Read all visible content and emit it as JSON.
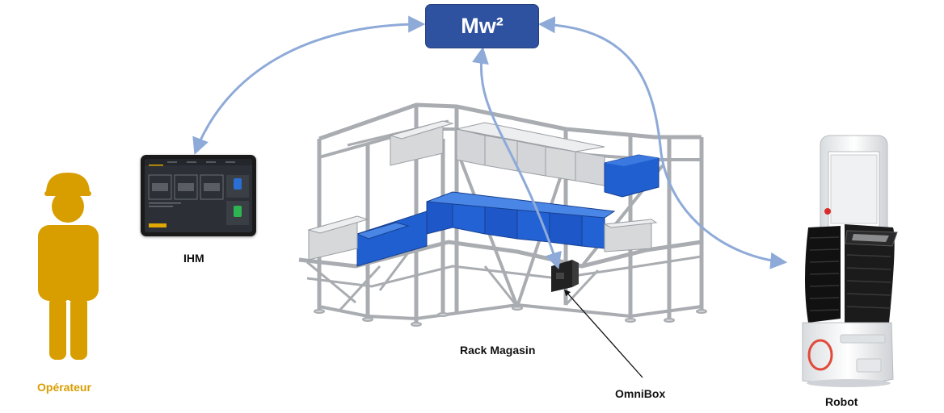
{
  "diagram": {
    "hub": {
      "label": "Mw²"
    },
    "nodes": {
      "operator": {
        "label": "Opérateur",
        "color": "#d89e00"
      },
      "hmi": {
        "label": "IHM"
      },
      "rack": {
        "label": "Rack Magasin"
      },
      "omnibox": {
        "label": "OmniBox"
      },
      "robot": {
        "label": "Robot"
      }
    },
    "colors": {
      "hub_fill": "#2f52a0",
      "arrow": "#8eaad8",
      "operator": "#d89e00",
      "crate_blue": "#1f5fd0",
      "crate_grey": "#d6d8da",
      "frame": "#a9acb0"
    },
    "edges": [
      {
        "from": "hub",
        "to": "hmi",
        "bidirectional": true
      },
      {
        "from": "hub",
        "to": "omnibox",
        "bidirectional": true
      },
      {
        "from": "hub",
        "to": "robot",
        "bidirectional": true
      },
      {
        "from": "omnibox",
        "to": "rack",
        "style": "pointer"
      }
    ]
  }
}
